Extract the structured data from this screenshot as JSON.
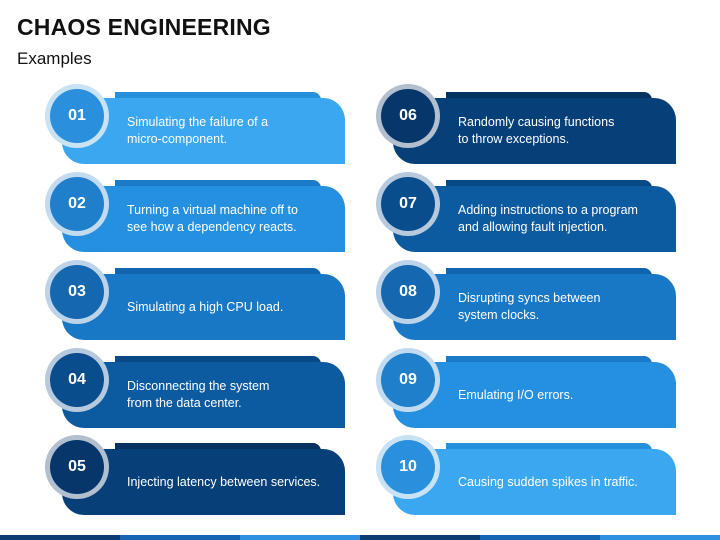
{
  "title": "CHAOS ENGINEERING",
  "subtitle": "Examples",
  "items": [
    {
      "num": "01",
      "text": "Simulating the failure of a\nmicro-component.",
      "card": "#3aa7f0",
      "tab": "#2690dc",
      "circle": "#2a8fdc",
      "ring": "#c8e2f6"
    },
    {
      "num": "02",
      "text": "Turning a virtual machine off to\nsee how a dependency reacts.",
      "card": "#2690e0",
      "tab": "#1b7bc8",
      "circle": "#1f7fcb",
      "ring": "#c3dbf0"
    },
    {
      "num": "03",
      "text": "Simulating a high CPU load.",
      "card": "#1878c6",
      "tab": "#1065ae",
      "circle": "#1567b0",
      "ring": "#bdd3ea"
    },
    {
      "num": "04",
      "text": "Disconnecting the system\nfrom the data center.",
      "card": "#0c5aa0",
      "tab": "#094a86",
      "circle": "#0a4d8d",
      "ring": "#b6c9dd"
    },
    {
      "num": "05",
      "text": "Injecting latency between services.",
      "card": "#073f78",
      "tab": "#053261",
      "circle": "#06366a",
      "ring": "#b1bfcf"
    },
    {
      "num": "06",
      "text": "Randomly causing functions\nto throw exceptions.",
      "card": "#073f78",
      "tab": "#053261",
      "circle": "#06366a",
      "ring": "#b1bfcf"
    },
    {
      "num": "07",
      "text": "Adding instructions to a program\nand allowing fault injection.",
      "card": "#0c5aa0",
      "tab": "#094a86",
      "circle": "#0a4d8d",
      "ring": "#b6c9dd"
    },
    {
      "num": "08",
      "text": "Disrupting syncs between\nsystem clocks.",
      "card": "#1878c6",
      "tab": "#1065ae",
      "circle": "#1567b0",
      "ring": "#bdd3ea"
    },
    {
      "num": "09",
      "text": "Emulating I/O errors.",
      "card": "#2690e0",
      "tab": "#1b7bc8",
      "circle": "#1f7fcb",
      "ring": "#c3dbf0"
    },
    {
      "num": "10",
      "text": "Causing sudden spikes in traffic.",
      "card": "#3aa7f0",
      "tab": "#2690dc",
      "circle": "#2a8fdc",
      "ring": "#c8e2f6"
    }
  ],
  "footer_colors": [
    "#0b3d73",
    "#1565b5",
    "#2f8fe0",
    "#0b3d73",
    "#1565b5",
    "#2f8fe0"
  ]
}
